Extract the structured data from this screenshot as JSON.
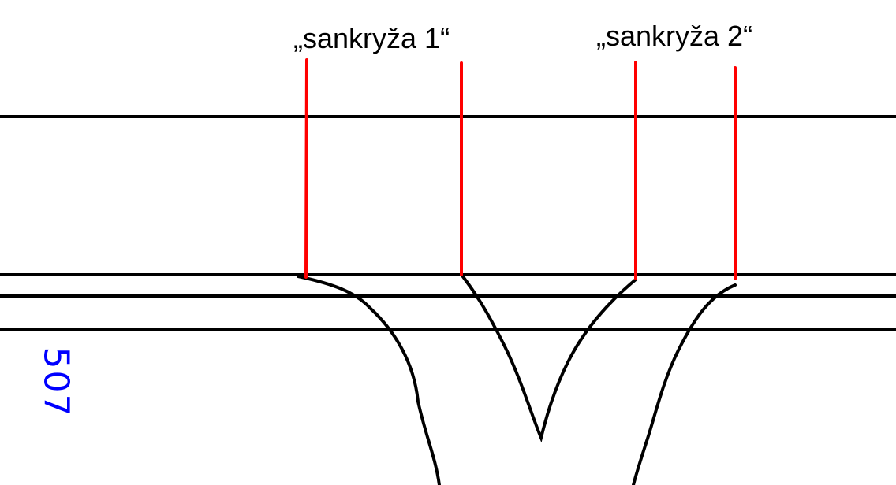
{
  "labels": {
    "crossover_1": "„sankryža 1“",
    "crossover_2": "„sankryža 2“"
  },
  "side_note": "507",
  "colors": {
    "track": "#000000",
    "marker": "#ff0000",
    "note": "#0000ff"
  }
}
